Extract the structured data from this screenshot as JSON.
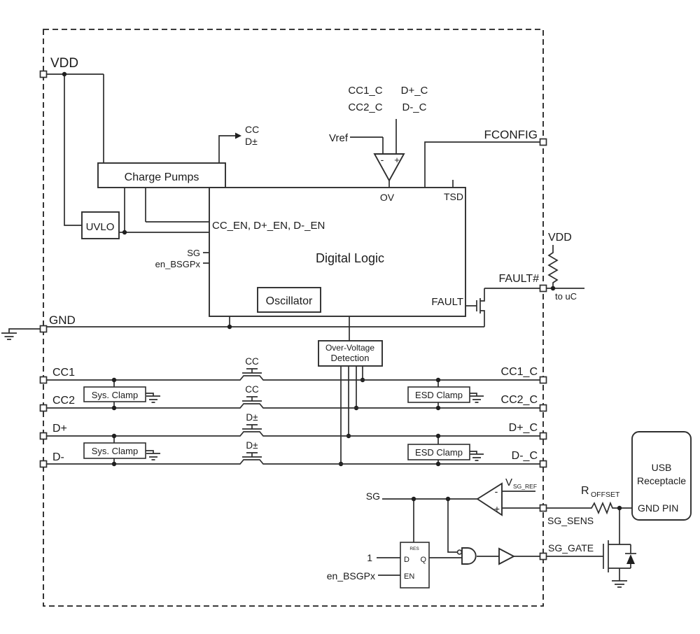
{
  "ports": {
    "vdd": "VDD",
    "gnd": "GND",
    "cc1": "CC1",
    "cc2": "CC2",
    "dplus": "D+",
    "dminus": "D-",
    "fconfig": "FCONFIG",
    "fault_n": "FAULT#",
    "cc1_c": "CC1_C",
    "cc2_c": "CC2_C",
    "dplus_c": "D+_C",
    "dminus_c": "D-_C",
    "sg_sens": "SG_SENS",
    "sg_gate": "SG_GATE"
  },
  "blocks": {
    "charge_pumps": "Charge Pumps",
    "uvlo": "UVLO",
    "digital_logic": "Digital Logic",
    "oscillator": "Oscillator",
    "ovd_line1": "Over-Voltage",
    "ovd_line2": "Detection",
    "sys_clamp": "Sys. Clamp",
    "esd_clamp": "ESD Clamp",
    "usb_line1": "USB",
    "usb_line2": "Receptacle",
    "usb_gnd_pin": "GND PIN"
  },
  "signals": {
    "cc": "CC",
    "dpm": "D±",
    "cc1_c": "CC1_C",
    "cc2_c": "CC2_C",
    "dplus_c": "D+_C",
    "dminus_c": "D-_C",
    "vref": "Vref",
    "ov": "OV",
    "tsd": "TSD",
    "cc_en_row": "CC_EN, D+_EN, D-_EN",
    "sg": "SG",
    "en_bsgpx": "en_BSGPx",
    "fault": "FAULT",
    "vdd_pullup": "VDD",
    "to_uc": "to uC",
    "one": "1",
    "v_main": "V",
    "v_sub": "SG_REF",
    "r_main": "R",
    "r_sub": "OFFSET",
    "ff_res": "RES",
    "ff_d": "D",
    "ff_q": "Q",
    "ff_en": "EN",
    "minus": "-",
    "plus": "+"
  },
  "colors": {
    "line": "#2e2e2e",
    "text": "#1b1b1b",
    "background": "#ffffff"
  }
}
